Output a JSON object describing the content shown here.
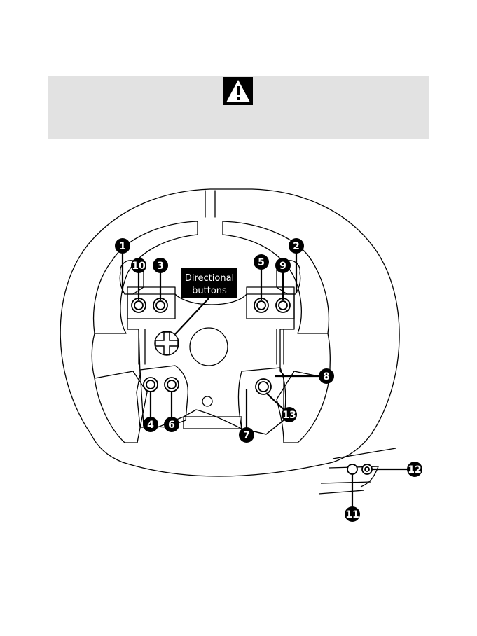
{
  "warning": {
    "icon": "warning-triangle-icon",
    "color": "#e2e2e2"
  },
  "diagram": {
    "directional_label_line1": "Directional",
    "directional_label_line2": "buttons",
    "callouts": [
      "1",
      "2",
      "3",
      "4",
      "5",
      "6",
      "7",
      "8",
      "9",
      "10",
      "11",
      "12",
      "13"
    ]
  }
}
